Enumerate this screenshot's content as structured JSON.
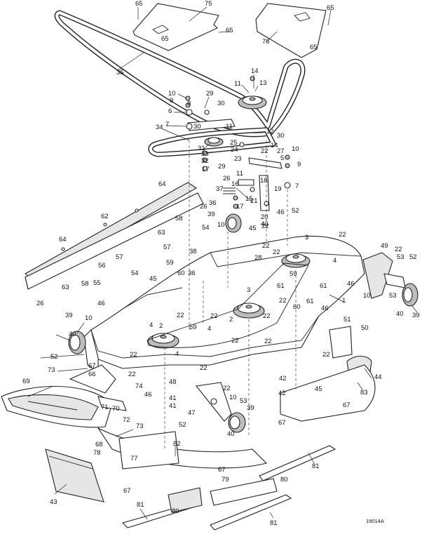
{
  "figure": {
    "reference_id": "19014A"
  },
  "callouts": [
    {
      "label": "65"
    },
    {
      "label": "75"
    },
    {
      "label": "65"
    },
    {
      "label": "65"
    },
    {
      "label": "76"
    },
    {
      "label": "65"
    },
    {
      "label": "65"
    },
    {
      "label": "35"
    },
    {
      "label": "14"
    },
    {
      "label": "11"
    },
    {
      "label": "13"
    },
    {
      "label": "10"
    },
    {
      "label": "9"
    },
    {
      "label": "8"
    },
    {
      "label": "29"
    },
    {
      "label": "30"
    },
    {
      "label": "6"
    },
    {
      "label": "7"
    },
    {
      "label": "30"
    },
    {
      "label": "11"
    },
    {
      "label": "12"
    },
    {
      "label": "34"
    },
    {
      "label": "31"
    },
    {
      "label": "33"
    },
    {
      "label": "32"
    },
    {
      "label": "29"
    },
    {
      "label": "17"
    },
    {
      "label": "30"
    },
    {
      "label": "25"
    },
    {
      "label": "24"
    },
    {
      "label": "23"
    },
    {
      "label": "22"
    },
    {
      "label": "14"
    },
    {
      "label": "27"
    },
    {
      "label": "5"
    },
    {
      "label": "10"
    },
    {
      "label": "9"
    },
    {
      "label": "26"
    },
    {
      "label": "16"
    },
    {
      "label": "11"
    },
    {
      "label": "7"
    },
    {
      "label": "18"
    },
    {
      "label": "19"
    },
    {
      "label": "37"
    },
    {
      "label": "15"
    },
    {
      "label": "17"
    },
    {
      "label": "21"
    },
    {
      "label": "20"
    },
    {
      "label": "64"
    },
    {
      "label": "26"
    },
    {
      "label": "36"
    },
    {
      "label": "39"
    },
    {
      "label": "10"
    },
    {
      "label": "45"
    },
    {
      "label": "40"
    },
    {
      "label": "46"
    },
    {
      "label": "52"
    },
    {
      "label": "62"
    },
    {
      "label": "63"
    },
    {
      "label": "58"
    },
    {
      "label": "57"
    },
    {
      "label": "54"
    },
    {
      "label": "22"
    },
    {
      "label": "22"
    },
    {
      "label": "3"
    },
    {
      "label": "4"
    },
    {
      "label": "49"
    },
    {
      "label": "22"
    },
    {
      "label": "53"
    },
    {
      "label": "52"
    },
    {
      "label": "64"
    },
    {
      "label": "57"
    },
    {
      "label": "56"
    },
    {
      "label": "58"
    },
    {
      "label": "55"
    },
    {
      "label": "54"
    },
    {
      "label": "38"
    },
    {
      "label": "36"
    },
    {
      "label": "59"
    },
    {
      "label": "60"
    },
    {
      "label": "22"
    },
    {
      "label": "28"
    },
    {
      "label": "59"
    },
    {
      "label": "61"
    },
    {
      "label": "46"
    },
    {
      "label": "10"
    },
    {
      "label": "53"
    },
    {
      "label": "39"
    },
    {
      "label": "40"
    },
    {
      "label": "1"
    },
    {
      "label": "63"
    },
    {
      "label": "26"
    },
    {
      "label": "22"
    },
    {
      "label": "61"
    },
    {
      "label": "45"
    },
    {
      "label": "46"
    },
    {
      "label": "3"
    },
    {
      "label": "60"
    },
    {
      "label": "61"
    },
    {
      "label": "39"
    },
    {
      "label": "10"
    },
    {
      "label": "2"
    },
    {
      "label": "22"
    },
    {
      "label": "4"
    },
    {
      "label": "22"
    },
    {
      "label": "2"
    },
    {
      "label": "22"
    },
    {
      "label": "59"
    },
    {
      "label": "22"
    },
    {
      "label": "4"
    },
    {
      "label": "22"
    },
    {
      "label": "22"
    },
    {
      "label": "40"
    },
    {
      "label": "52"
    },
    {
      "label": "4"
    },
    {
      "label": "51"
    },
    {
      "label": "50"
    },
    {
      "label": "22"
    },
    {
      "label": "67"
    },
    {
      "label": "66"
    },
    {
      "label": "22"
    },
    {
      "label": "73"
    },
    {
      "label": "22"
    },
    {
      "label": "22"
    },
    {
      "label": "44"
    },
    {
      "label": "69"
    },
    {
      "label": "46"
    },
    {
      "label": "48"
    },
    {
      "label": "46"
    },
    {
      "label": "42"
    },
    {
      "label": "45"
    },
    {
      "label": "74"
    },
    {
      "label": "42"
    },
    {
      "label": "41"
    },
    {
      "label": "22"
    },
    {
      "label": "10"
    },
    {
      "label": "53"
    },
    {
      "label": "41"
    },
    {
      "label": "83"
    },
    {
      "label": "71"
    },
    {
      "label": "70"
    },
    {
      "label": "47"
    },
    {
      "label": "39"
    },
    {
      "label": "67"
    },
    {
      "label": "72"
    },
    {
      "label": "73"
    },
    {
      "label": "52"
    },
    {
      "label": "40"
    },
    {
      "label": "67"
    },
    {
      "label": "68"
    },
    {
      "label": "82"
    },
    {
      "label": "78"
    },
    {
      "label": "77"
    },
    {
      "label": "81"
    },
    {
      "label": "67"
    },
    {
      "label": "79"
    },
    {
      "label": "80"
    },
    {
      "label": "43"
    },
    {
      "label": "67"
    },
    {
      "label": "81"
    },
    {
      "label": "80"
    },
    {
      "label": "81"
    }
  ]
}
